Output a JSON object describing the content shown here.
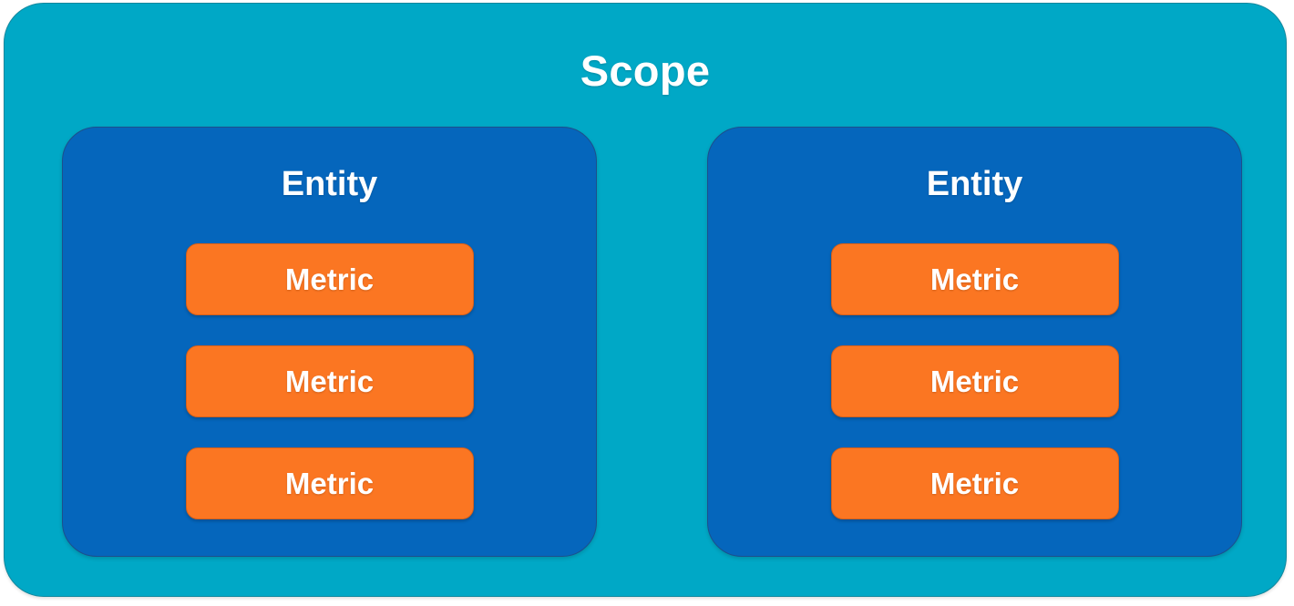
{
  "diagram": {
    "type": "nested-container-diagram",
    "colors": {
      "scope_fill": "#00a8c6",
      "scope_border": "#11889e",
      "entity_fill": "#0566bc",
      "entity_border": "#1d4f8c",
      "metric_fill": "#fb7622",
      "metric_border": "#d6601a",
      "text": "#ffffff",
      "background": "#ffffff"
    },
    "scope": {
      "title": "Scope",
      "entities": [
        {
          "title": "Entity",
          "metrics": [
            {
              "label": "Metric"
            },
            {
              "label": "Metric"
            },
            {
              "label": "Metric"
            }
          ]
        },
        {
          "title": "Entity",
          "metrics": [
            {
              "label": "Metric"
            },
            {
              "label": "Metric"
            },
            {
              "label": "Metric"
            }
          ]
        }
      ]
    }
  }
}
